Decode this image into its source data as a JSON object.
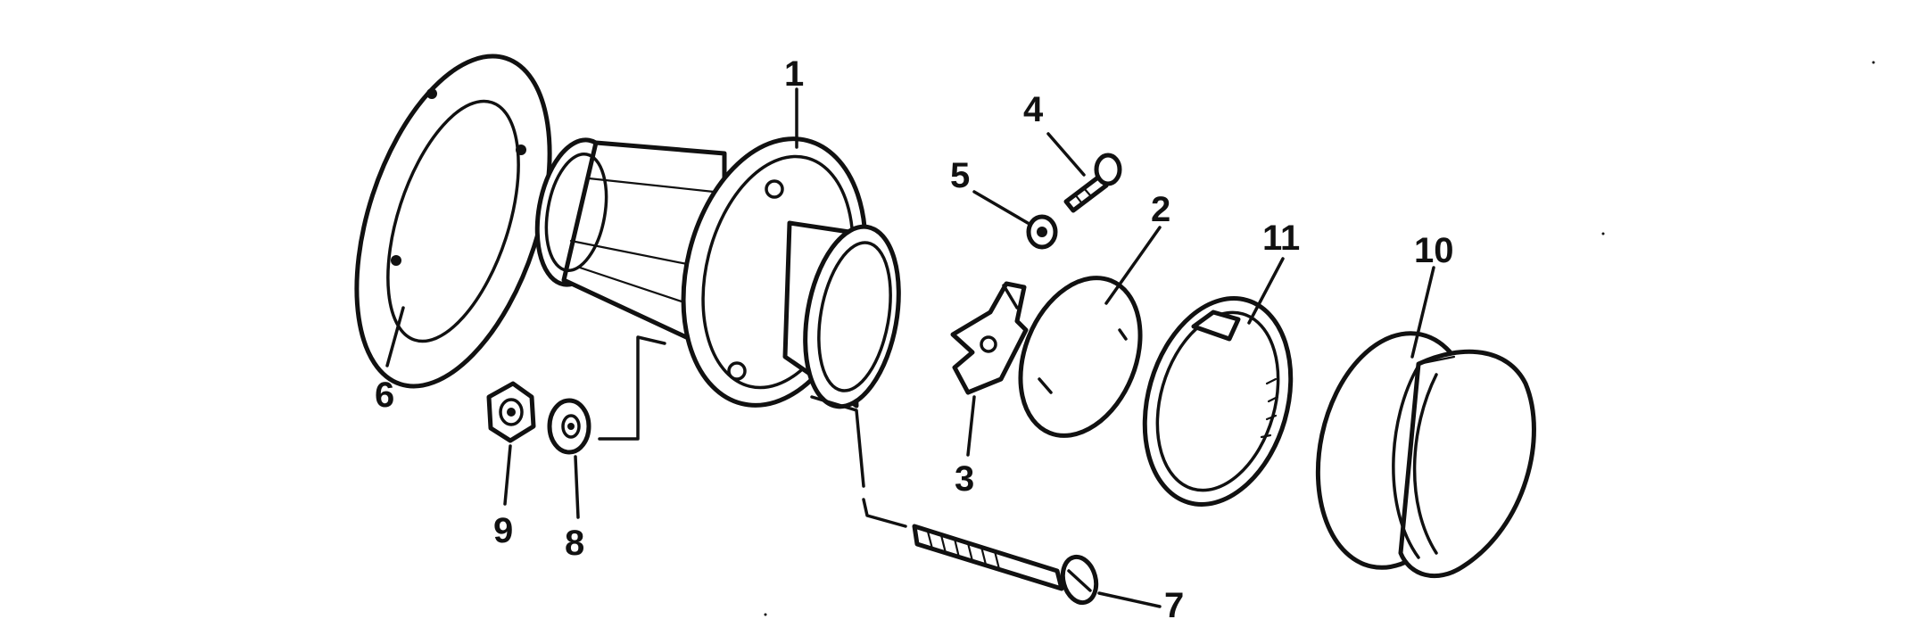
{
  "callouts": [
    {
      "id": "1",
      "label": "1"
    },
    {
      "id": "2",
      "label": "2"
    },
    {
      "id": "3",
      "label": "3"
    },
    {
      "id": "4",
      "label": "4"
    },
    {
      "id": "5",
      "label": "5"
    },
    {
      "id": "6",
      "label": "6"
    },
    {
      "id": "7",
      "label": "7"
    },
    {
      "id": "8",
      "label": "8"
    },
    {
      "id": "9",
      "label": "9"
    },
    {
      "id": "10",
      "label": "10"
    },
    {
      "id": "11",
      "label": "11"
    }
  ],
  "colors": {
    "ink": "#111111",
    "background": "#ffffff"
  }
}
